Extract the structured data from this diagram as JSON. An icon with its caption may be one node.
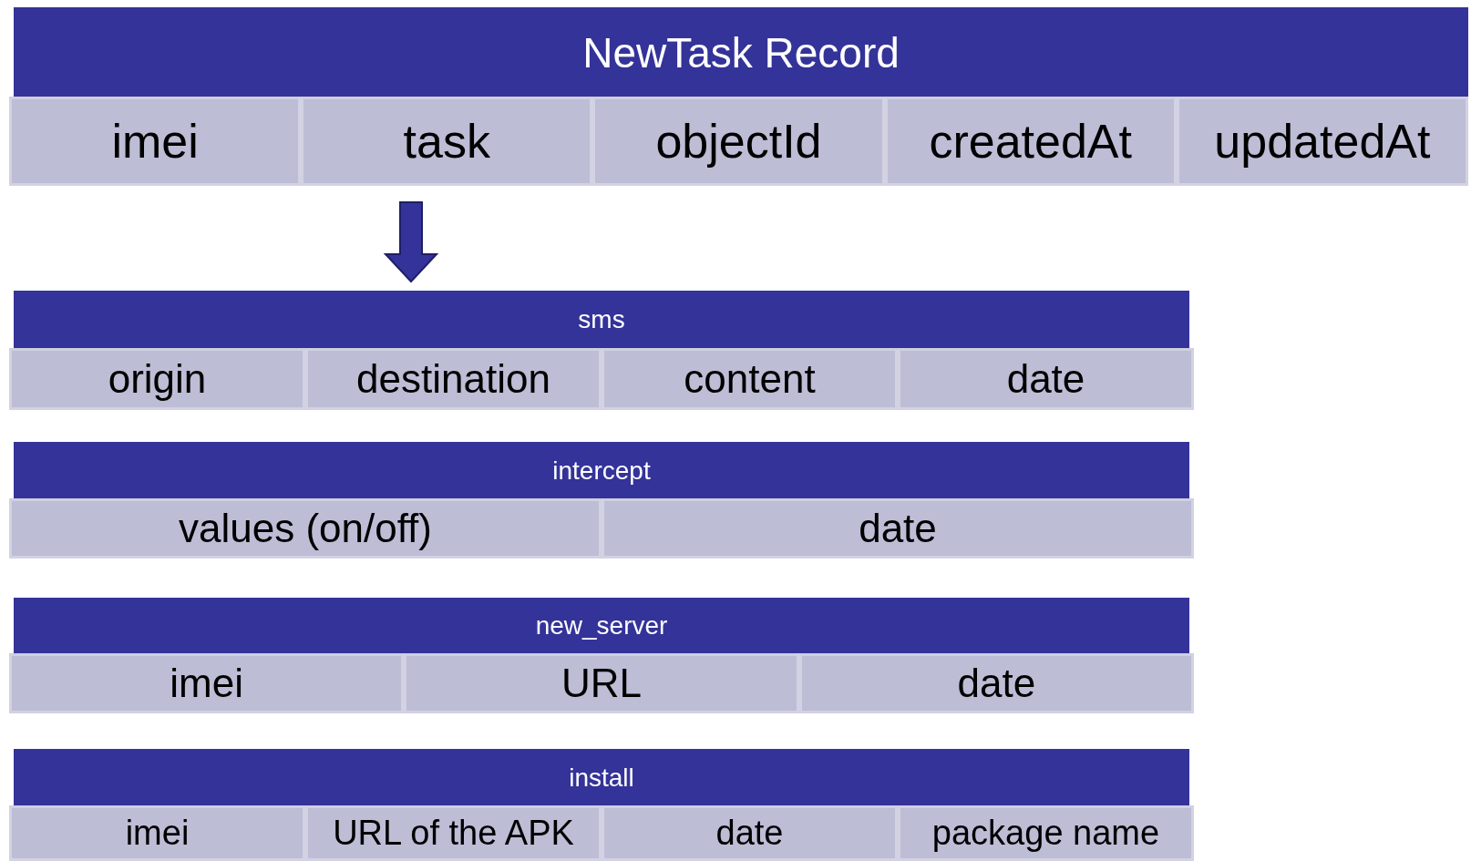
{
  "diagram": {
    "nodes": [
      {
        "text": [
          "NewTask Record"
        ]
      },
      {
        "text": [
          "imei"
        ]
      },
      {
        "text": [
          "task"
        ]
      },
      {
        "text": [
          "objectId"
        ]
      },
      {
        "text": [
          "createdAt"
        ]
      },
      {
        "text": [
          "updatedAt"
        ]
      },
      {
        "text": [
          "sms"
        ]
      },
      {
        "text": [
          "origin"
        ]
      },
      {
        "text": [
          "destination"
        ]
      },
      {
        "text": [
          "content"
        ]
      },
      {
        "text": [
          "date"
        ]
      },
      {
        "text": [
          "intercept"
        ]
      },
      {
        "text": [
          "values (on/off)"
        ]
      },
      {
        "text": [
          "date"
        ]
      },
      {
        "text": [
          "new_server"
        ]
      },
      {
        "text": [
          "imei"
        ]
      },
      {
        "text": [
          "URL"
        ]
      },
      {
        "text": [
          "date"
        ]
      },
      {
        "text": [
          "install"
        ]
      },
      {
        "text": [
          "imei"
        ]
      },
      {
        "text": [
          "URL of the APK"
        ]
      },
      {
        "text": [
          "date"
        ]
      },
      {
        "text": [
          "package name"
        ]
      }
    ],
    "edges": [
      {
        "from": 2,
        "to": 6,
        "arrow": "to",
        "style": "thick"
      }
    ]
  }
}
